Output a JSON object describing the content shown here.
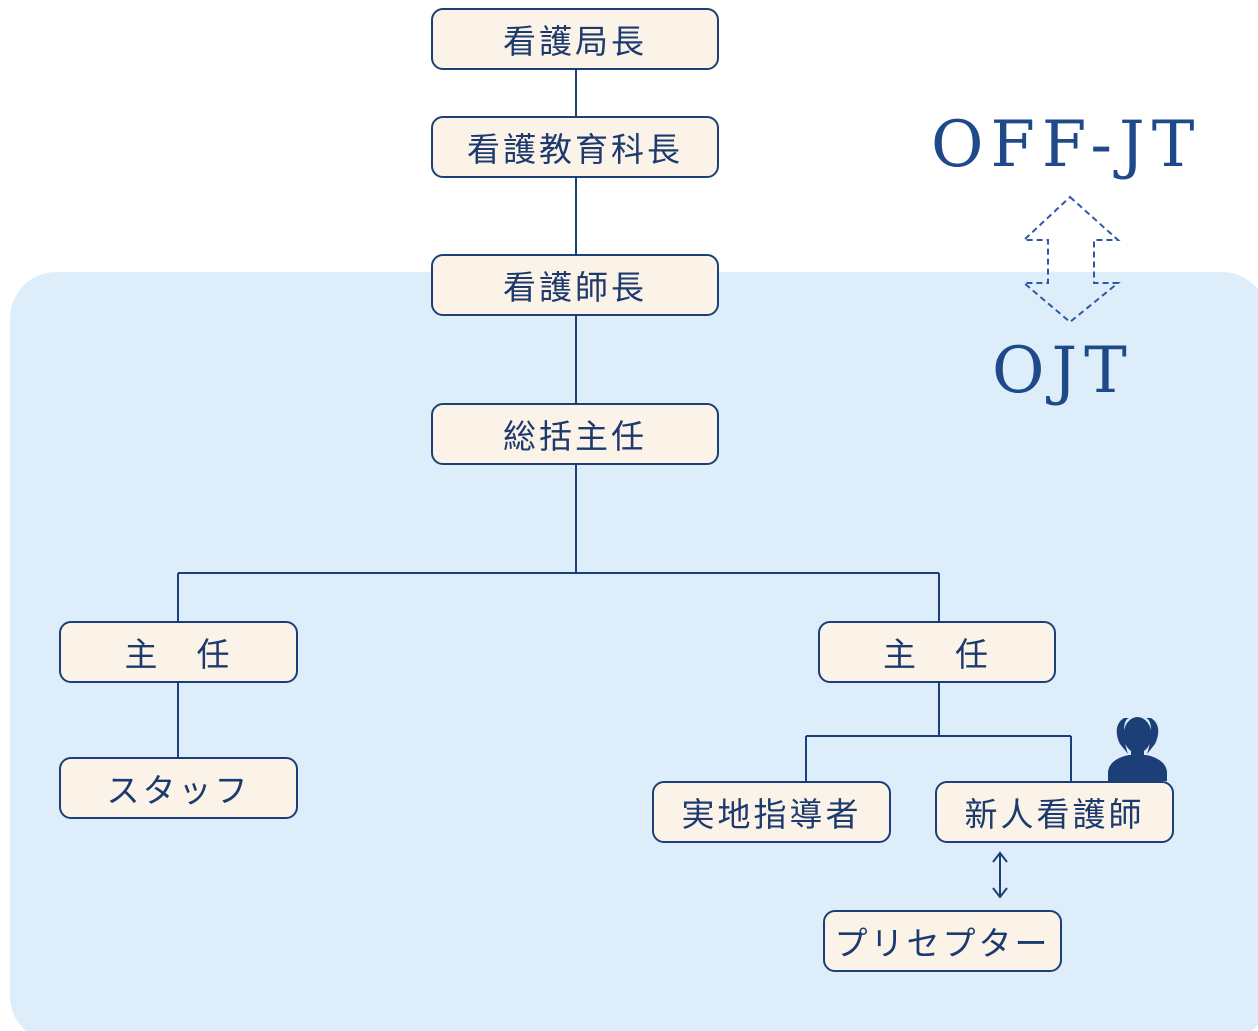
{
  "colors": {
    "ojt_background": "#ddeefa",
    "node_fill": "#fbf3e8",
    "node_border": "#1d3f78",
    "text": "#1c3a6e",
    "label_text": "#1f4a8a"
  },
  "labels": {
    "off_jt": "OFF-JT",
    "ojt": "OJT"
  },
  "nodes": {
    "director": "看護局長",
    "education_chief": "看護教育科長",
    "head_nurse": "看護師長",
    "general_chief": "総括主任",
    "chief_left": "主　任",
    "chief_right": "主　任",
    "staff": "スタッフ",
    "field_instructor": "実地指導者",
    "new_nurse": "新人看護師",
    "preceptor": "プリセプター"
  },
  "icons": {
    "cycle_arrow": "dashed-double-arrow-icon",
    "person": "female-person-icon",
    "pair_arrow": "double-vertical-arrow-icon"
  }
}
